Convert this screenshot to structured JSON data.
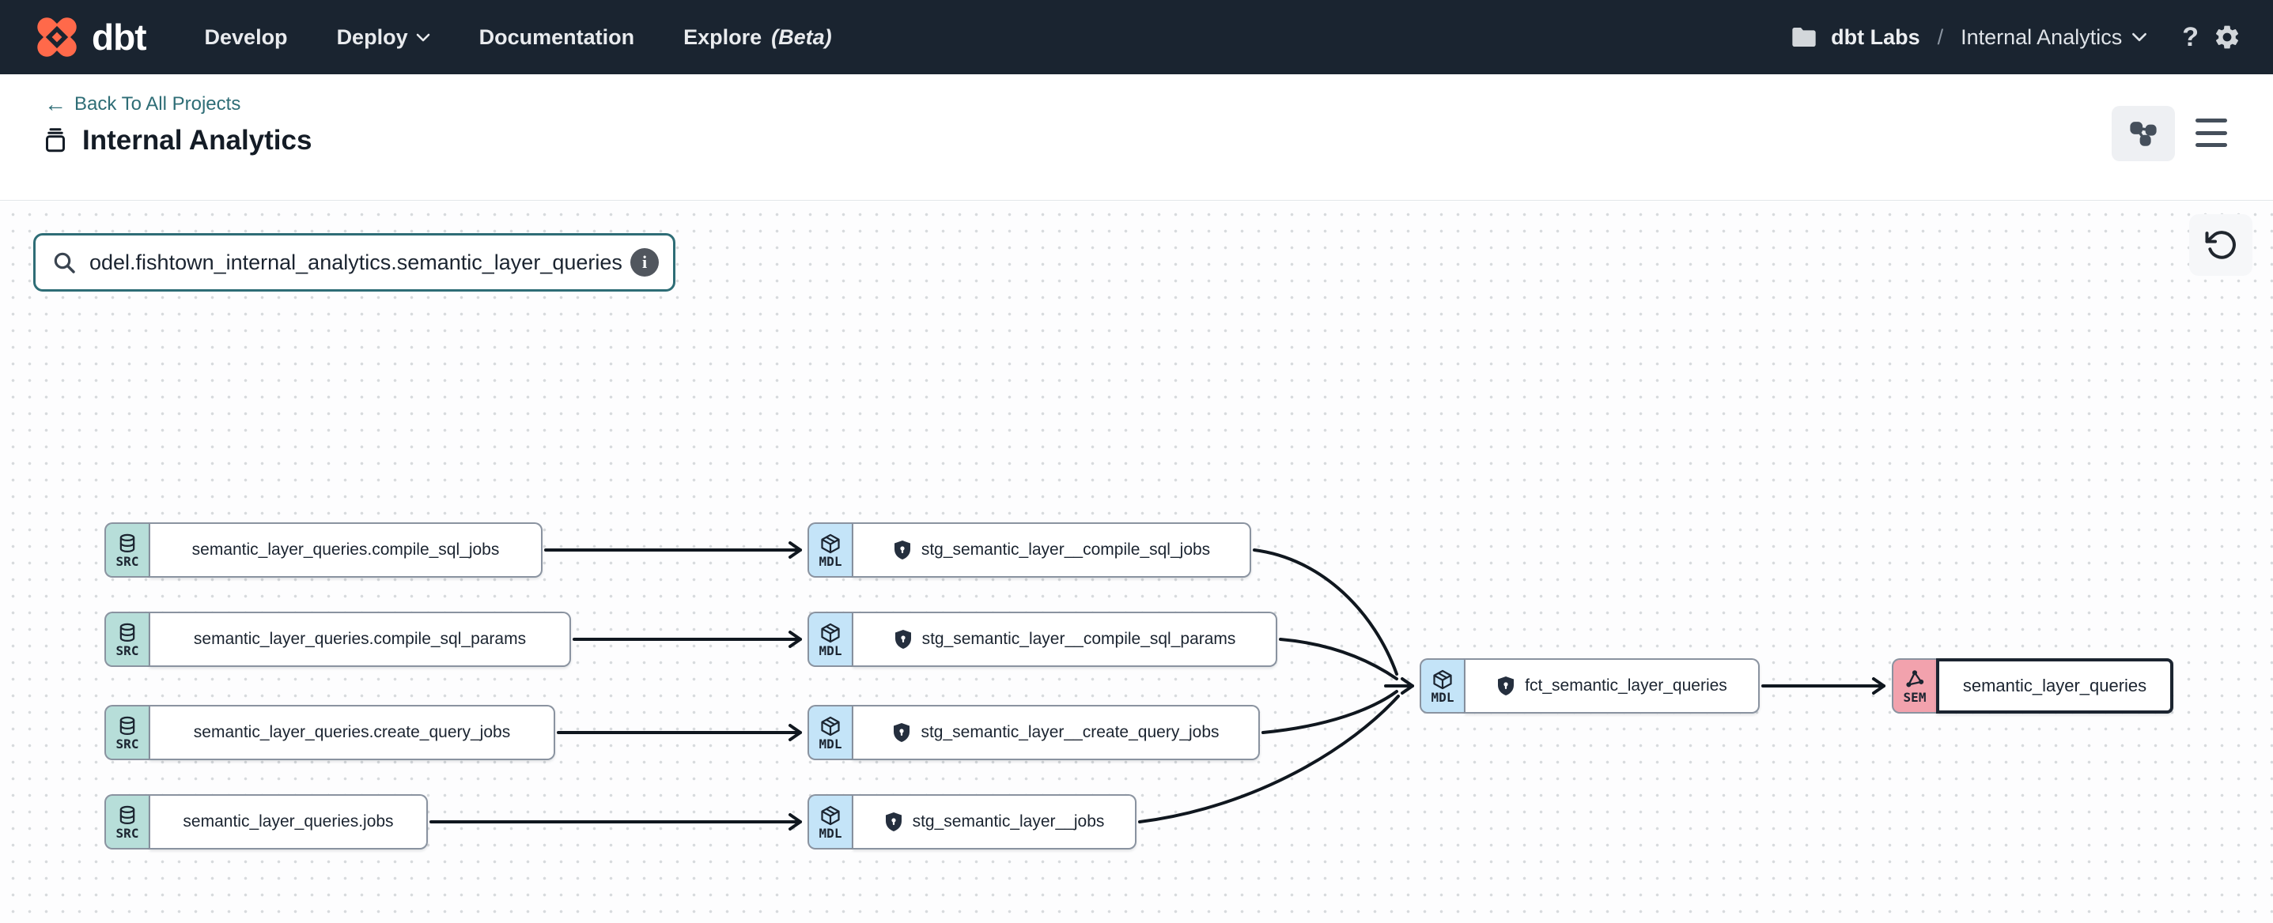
{
  "navbar": {
    "brand": "dbt",
    "items": [
      {
        "label": "Develop",
        "has_dropdown": false
      },
      {
        "label": "Deploy",
        "has_dropdown": true
      },
      {
        "label": "Documentation",
        "has_dropdown": false
      },
      {
        "label": "Explore",
        "suffix": "(Beta)",
        "has_dropdown": false
      }
    ],
    "account": {
      "org": "dbt Labs",
      "separator": "/",
      "project": "Internal Analytics"
    },
    "help_label": "?"
  },
  "header": {
    "back_arrow": "←",
    "back_link": "Back To All Projects",
    "title": "Internal Analytics"
  },
  "search": {
    "value": "odel.fishtown_internal_analytics.semantic_layer_queries",
    "info_label": "i"
  },
  "colors": {
    "navbar_bg": "#1a2430",
    "brand_orange": "#ff694a",
    "accent_teal": "#2e6d76",
    "src_badge": "#b7ded9",
    "mdl_badge": "#c4e4f8",
    "sem_badge": "#f2a2ad",
    "node_border": "#8a93a0",
    "selected_border": "#1b2430",
    "edge": "#10171f"
  },
  "graph": {
    "nodes": [
      {
        "id": "src1",
        "type": "source",
        "badge": "SRC",
        "label": "semantic_layer_queries.compile_sql_jobs",
        "locked": false
      },
      {
        "id": "src2",
        "type": "source",
        "badge": "SRC",
        "label": "semantic_layer_queries.compile_sql_params",
        "locked": false
      },
      {
        "id": "src3",
        "type": "source",
        "badge": "SRC",
        "label": "semantic_layer_queries.create_query_jobs",
        "locked": false
      },
      {
        "id": "src4",
        "type": "source",
        "badge": "SRC",
        "label": "semantic_layer_queries.jobs",
        "locked": false
      },
      {
        "id": "mdl1",
        "type": "model",
        "badge": "MDL",
        "label": "stg_semantic_layer__compile_sql_jobs",
        "locked": true
      },
      {
        "id": "mdl2",
        "type": "model",
        "badge": "MDL",
        "label": "stg_semantic_layer__compile_sql_params",
        "locked": true
      },
      {
        "id": "mdl3",
        "type": "model",
        "badge": "MDL",
        "label": "stg_semantic_layer__create_query_jobs",
        "locked": true
      },
      {
        "id": "mdl4",
        "type": "model",
        "badge": "MDL",
        "label": "stg_semantic_layer__jobs",
        "locked": true
      },
      {
        "id": "fct",
        "type": "model",
        "badge": "MDL",
        "label": "fct_semantic_layer_queries",
        "locked": true
      },
      {
        "id": "sem",
        "type": "semantic",
        "badge": "SEM",
        "label": "semantic_layer_queries",
        "locked": false,
        "selected": true
      }
    ],
    "edges": [
      {
        "from": "src1",
        "to": "mdl1"
      },
      {
        "from": "src2",
        "to": "mdl2"
      },
      {
        "from": "src3",
        "to": "mdl3"
      },
      {
        "from": "src4",
        "to": "mdl4"
      },
      {
        "from": "mdl1",
        "to": "fct"
      },
      {
        "from": "mdl2",
        "to": "fct"
      },
      {
        "from": "mdl3",
        "to": "fct"
      },
      {
        "from": "mdl4",
        "to": "fct"
      },
      {
        "from": "fct",
        "to": "sem"
      }
    ]
  }
}
